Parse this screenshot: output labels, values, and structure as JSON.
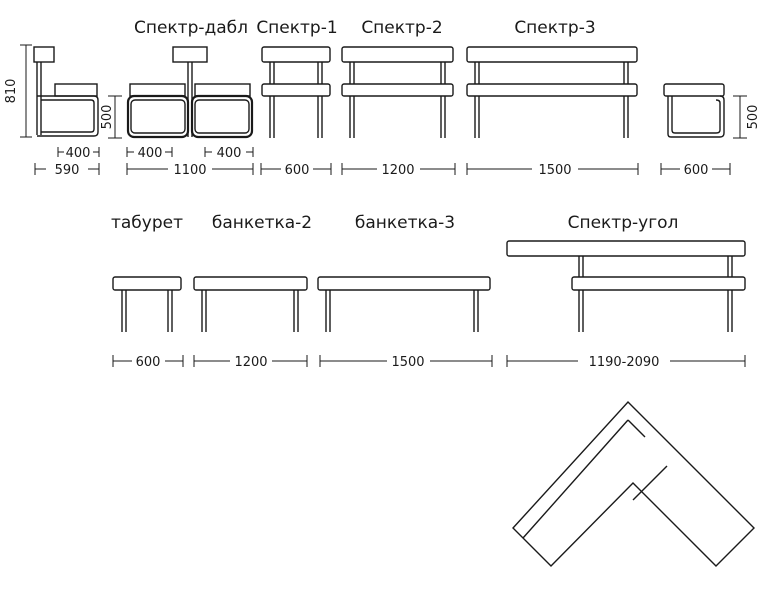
{
  "titles": {
    "spektr_dabl": "Спектр-дабл",
    "spektr_1": "Спектр-1",
    "spektr_2": "Спектр-2",
    "spektr_3": "Спектр-3",
    "taburet": "табурет",
    "banketka_2": "банкетка-2",
    "banketka_3": "банкетка-3",
    "spektr_ugol": "Спектр-угол"
  },
  "dimensions": {
    "h_810": "810",
    "h_500_left": "500",
    "h_500_right": "500",
    "side_400": "400",
    "side_590": "590",
    "dabl_400_left": "400",
    "dabl_400_right": "400",
    "dabl_1100": "1100",
    "s1_600": "600",
    "s2_1200": "1200",
    "s3_1500": "1500",
    "stool_side_600": "600",
    "tab_600": "600",
    "b2_1200": "1200",
    "b3_1500": "1500",
    "ugol_range": "1190-2090"
  },
  "colors": {
    "ink": "#1a1a1a",
    "background": "#ffffff"
  }
}
